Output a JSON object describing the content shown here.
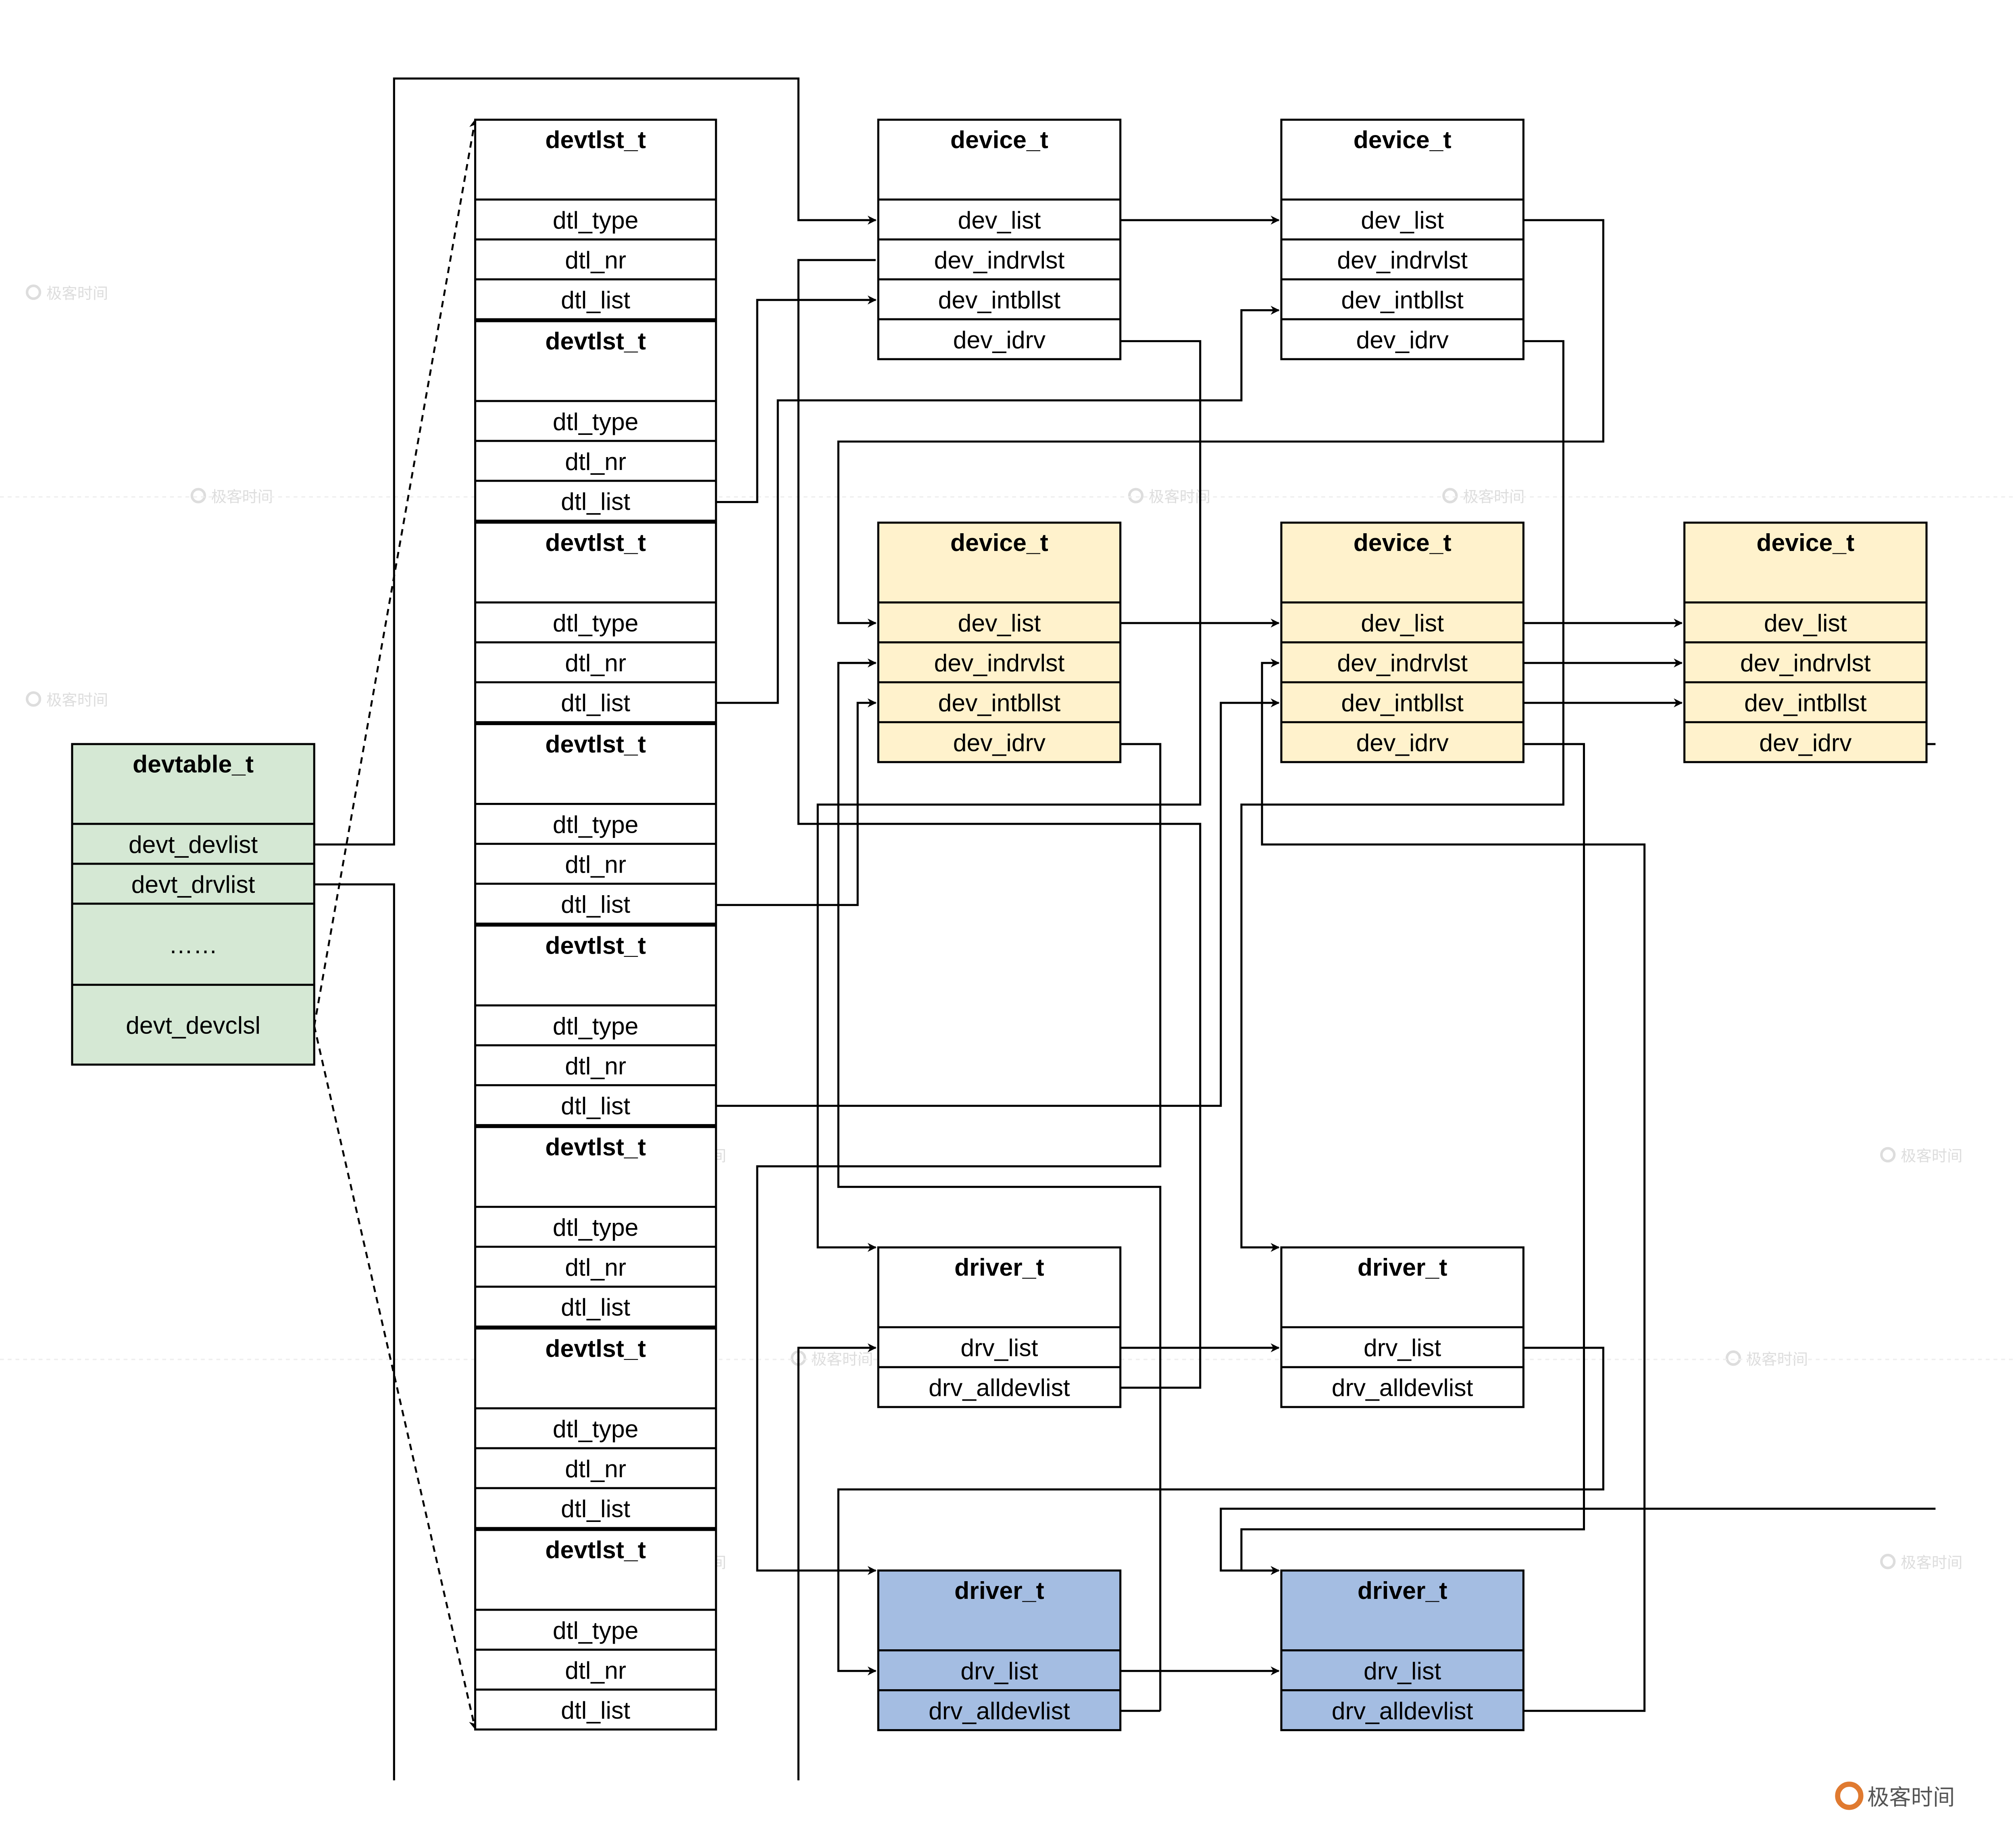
{
  "colors": {
    "green": "#d5e8d4",
    "yellow": "#fff2cc",
    "blue": "#a4bde2",
    "white": "#ffffff",
    "logo_orange": "#e07a30"
  },
  "devtable": {
    "title": "devtable_t",
    "fields": [
      "devt_devlist",
      "devt_drvlist",
      "……",
      "devt_devclsl"
    ]
  },
  "devtlst_column": {
    "title": "devtlst_t",
    "fields": [
      "dtl_type",
      "dtl_nr",
      "dtl_list"
    ],
    "count": 8
  },
  "devices": [
    {
      "id": "dev-a1",
      "title": "device_t",
      "color": "white",
      "fields": [
        "dev_list",
        "dev_indrvlst",
        "dev_intbllst",
        "dev_idrv"
      ]
    },
    {
      "id": "dev-a2",
      "title": "device_t",
      "color": "white",
      "fields": [
        "dev_list",
        "dev_indrvlst",
        "dev_intbllst",
        "dev_idrv"
      ]
    },
    {
      "id": "dev-b1",
      "title": "device_t",
      "color": "yellow",
      "fields": [
        "dev_list",
        "dev_indrvlst",
        "dev_intbllst",
        "dev_idrv"
      ]
    },
    {
      "id": "dev-b2",
      "title": "device_t",
      "color": "yellow",
      "fields": [
        "dev_list",
        "dev_indrvlst",
        "dev_intbllst",
        "dev_idrv"
      ]
    },
    {
      "id": "dev-b3",
      "title": "device_t",
      "color": "yellow",
      "fields": [
        "dev_list",
        "dev_indrvlst",
        "dev_intbllst",
        "dev_idrv"
      ]
    }
  ],
  "drivers": [
    {
      "id": "drv-a1",
      "title": "driver_t",
      "color": "white",
      "fields": [
        "drv_list",
        "drv_alldevlist"
      ]
    },
    {
      "id": "drv-a2",
      "title": "driver_t",
      "color": "white",
      "fields": [
        "drv_list",
        "drv_alldevlist"
      ]
    },
    {
      "id": "drv-b1",
      "title": "driver_t",
      "color": "blue",
      "fields": [
        "drv_list",
        "drv_alldevlist"
      ]
    },
    {
      "id": "drv-b2",
      "title": "driver_t",
      "color": "blue",
      "fields": [
        "drv_list",
        "drv_alldevlist"
      ]
    }
  ],
  "watermark": {
    "text": "极客时间"
  },
  "logo": {
    "text": "极客时间"
  }
}
